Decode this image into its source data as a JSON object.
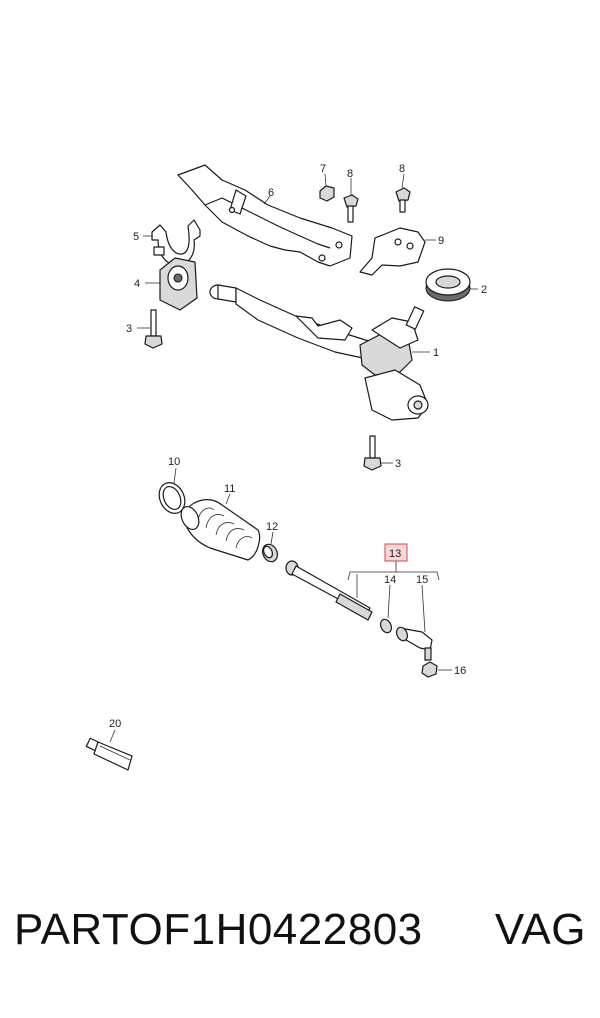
{
  "footer": {
    "part_number": "PARTOF1H0422803",
    "brand": "VAG"
  },
  "callouts": {
    "c1": "1",
    "c2": "2",
    "c3a": "3",
    "c3b": "3",
    "c4": "4",
    "c5": "5",
    "c6": "6",
    "c7": "7",
    "c8a": "8",
    "c8b": "8",
    "c9": "9",
    "c10": "10",
    "c11": "11",
    "c12": "12",
    "c13": "13",
    "c14": "14",
    "c15": "15",
    "c16": "16",
    "c20": "20"
  },
  "colors": {
    "highlight_fill": "#f8d6d6",
    "highlight_stroke": "#d24a4a"
  }
}
